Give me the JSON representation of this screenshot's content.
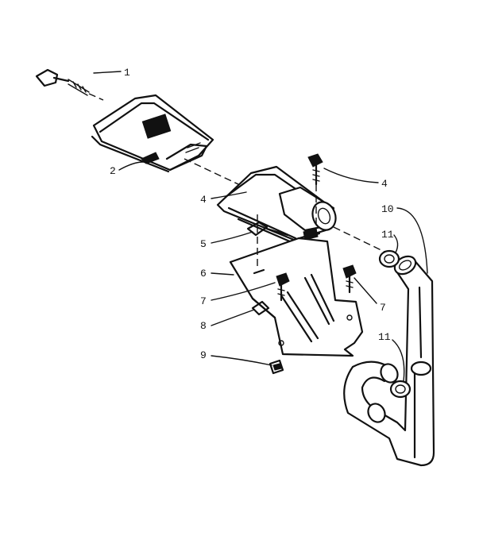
{
  "callouts": {
    "c1": "1",
    "c2": "2",
    "c4a": "4",
    "c4b": "4",
    "c5": "5",
    "c6": "6",
    "c7a": "7",
    "c7b": "7",
    "c8": "8",
    "c9": "9",
    "c10": "10",
    "c11a": "11",
    "c11b": "11"
  }
}
